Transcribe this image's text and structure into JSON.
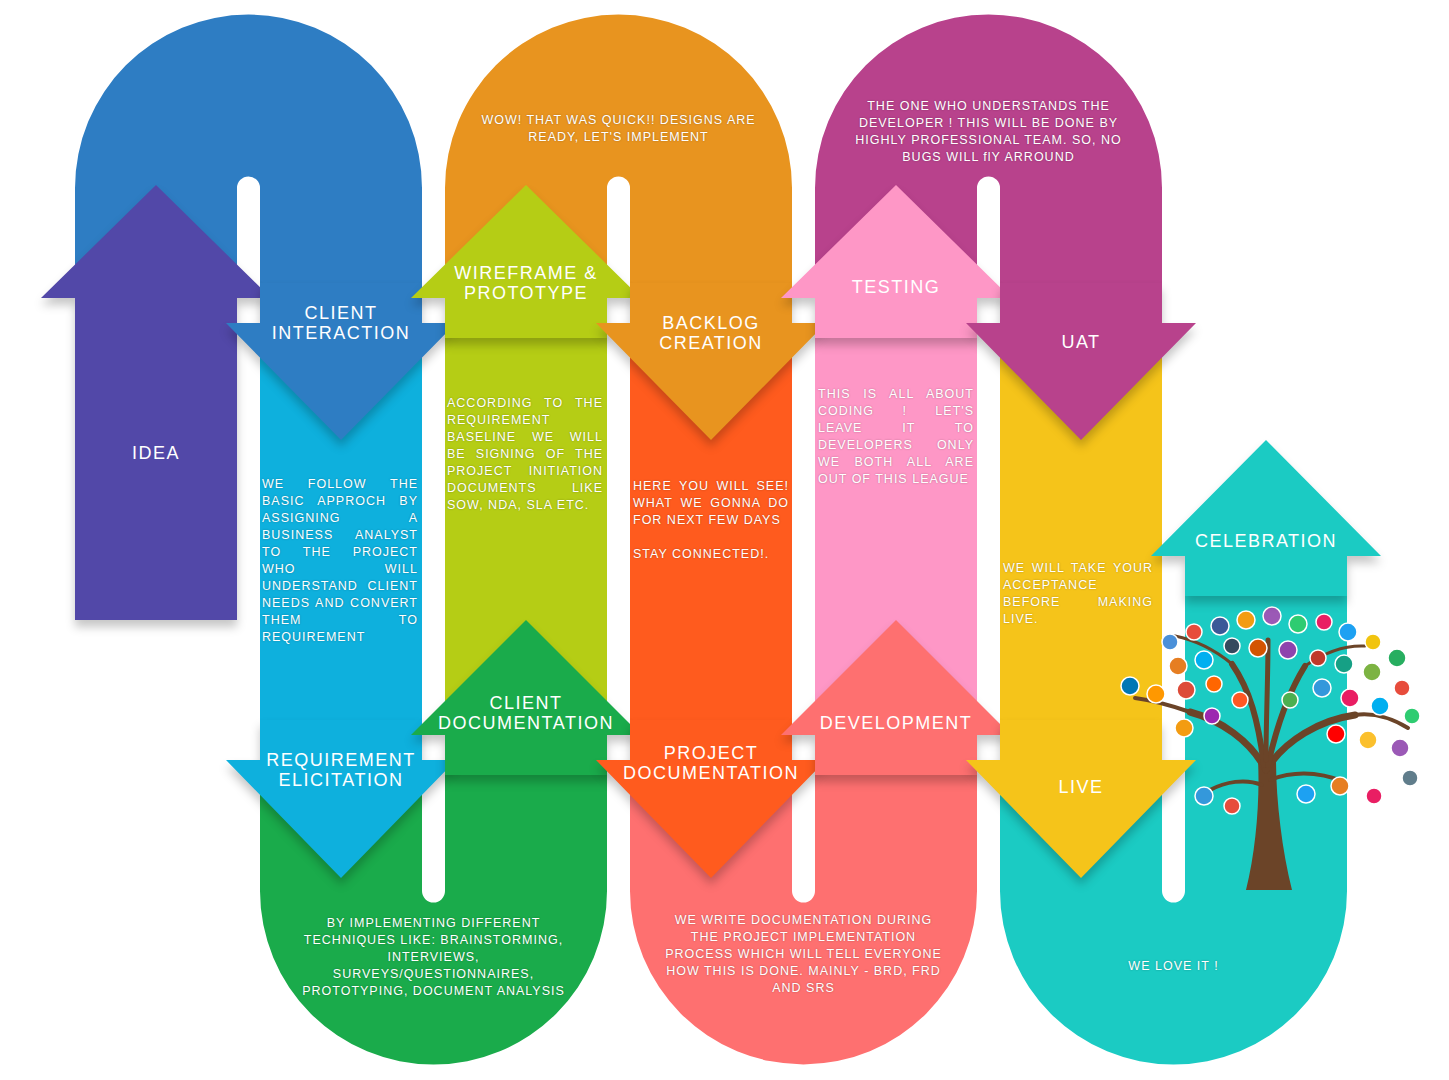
{
  "diagram": {
    "nodes": [
      {
        "text": [
          "IDEA"
        ]
      },
      {
        "text": [
          "CLIENT INTERACTION"
        ]
      },
      {
        "text": [
          "WE FOLLOW THE BASIC APPROCH BY ASSIGNING A BUSINESS ANALYST TO THE PROJECT WHO WILL UNDERSTAND CLIENT NEEDS AND CONVERT THEM TO REQUIREMENT"
        ]
      },
      {
        "text": [
          "REQUIREMENT ELICITATION"
        ]
      },
      {
        "text": [
          "BY IMPLEMENTING DIFFERENT TECHNIQUES LIKE: BRAINSTORMING, INTERVIEWS, SURVEYS/QUESTIONNAIRES, PROTOTYPING, DOCUMENT ANALYSIS"
        ]
      },
      {
        "text": [
          "CLIENT DOCUMENTATION"
        ]
      },
      {
        "text": [
          "ACCORDING TO THE REQUIREMENT BASELINE WE WILL BE SIGNING OF THE PROJECT INITIATION DOCUMENTS LIKE SOW, NDA, SLA ETC."
        ]
      },
      {
        "text": [
          "WIREFRAME & PROTOTYPE"
        ]
      },
      {
        "text": [
          "WOW! THAT WAS QUICK!! DESIGNS ARE READY, LET'S IMPLEMENT"
        ]
      },
      {
        "text": [
          "BACKLOG CREATION"
        ]
      },
      {
        "text": [
          "HERE YOU WILL SEE! WHAT WE GONNA DO FOR NEXT FEW DAYS",
          "STAY CONNECTED!."
        ]
      },
      {
        "text": [
          "PROJECT DOCUMENTATION"
        ]
      },
      {
        "text": [
          "WE WRITE DOCUMENTATION DURING THE PROJECT IMPLEMENTATION PROCESS WHICH WILL TELL EVERYONE HOW THIS IS DONE. MAINLY - BRD, FRD AND SRS"
        ]
      },
      {
        "text": [
          "DEVELOPMENT"
        ]
      },
      {
        "text": [
          "THIS IS ALL ABOUT CODING ! LET'S LEAVE IT TO DEVELOPERS ONLY WE BOTH ALL ARE OUT OF THIS LEAGUE"
        ]
      },
      {
        "text": [
          "TESTING"
        ]
      },
      {
        "text": [
          "THE ONE WHO UNDERSTANDS THE DEVELOPER ! THIS WILL BE DONE BY HIGHLY PROFESSIONAL TEAM. SO, NO BUGS WILL flY ARROUND"
        ]
      },
      {
        "text": [
          "UAT"
        ]
      },
      {
        "text": [
          "WE WILL TAKE YOUR ACCEPTANCE BEFORE MAKING LIVE."
        ]
      },
      {
        "text": [
          "LIVE"
        ]
      },
      {
        "text": [
          "CELEBRATION"
        ]
      },
      {
        "text": [
          "WE LOVE IT !"
        ]
      }
    ]
  }
}
